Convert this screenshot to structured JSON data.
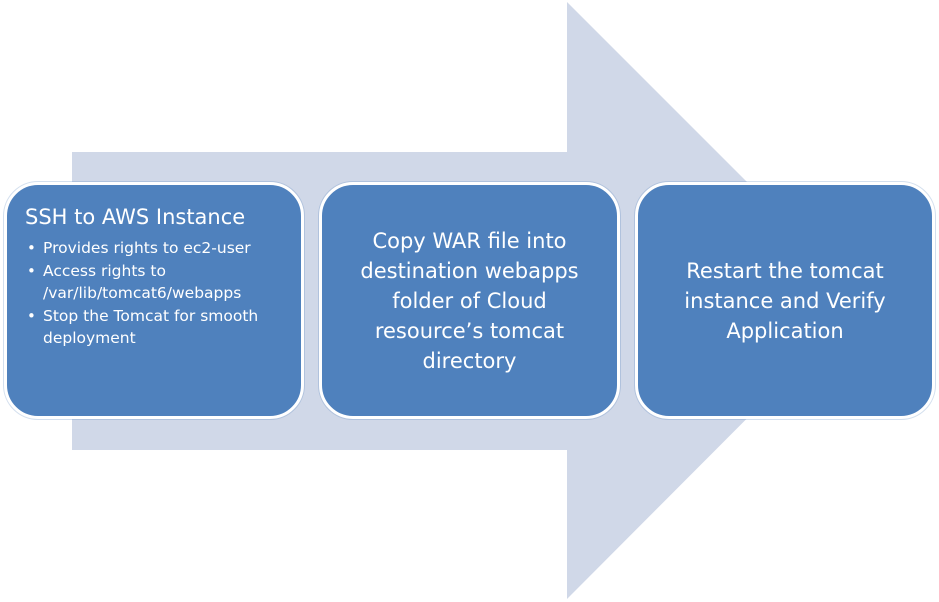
{
  "colors": {
    "arrow": "#d0d8e8",
    "box_fill": "#4f81bd",
    "box_border": "#ffffff",
    "text": "#ffffff"
  },
  "steps": [
    {
      "title": "SSH to AWS Instance",
      "bullets": [
        "Provides rights to ec2-user",
        "Access rights to /var/lib/tomcat6/webapps",
        "Stop the Tomcat for smooth deployment"
      ]
    },
    {
      "title": "Copy WAR file into\ndestination webapps\nfolder of Cloud\nresource’s tomcat\ndirectory"
    },
    {
      "title": "Restart the tomcat\ninstance and Verify\nApplication"
    }
  ]
}
